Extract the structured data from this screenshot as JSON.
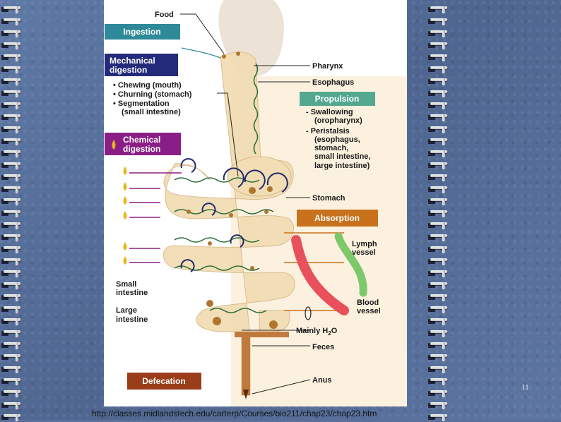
{
  "labels": {
    "food": "Food",
    "ingestion": "Ingestion",
    "mechanical_digestion": [
      "Mechanical",
      "digestion"
    ],
    "mechanical_items": [
      "• Chewing (mouth)",
      "• Churning (stomach)",
      "• Segmentation",
      "(small intestine)"
    ],
    "chemical_digestion": [
      "Chemical",
      "digestion"
    ],
    "pharynx": "Pharynx",
    "esophagus": "Esophagus",
    "propulsion": "Propulsion",
    "propulsion_items": [
      "- Swallowing",
      "(oropharynx)",
      "- Peristalsis",
      "(esophagus,",
      "stomach,",
      "small intestine,",
      "large intestine)"
    ],
    "stomach": "Stomach",
    "absorption": "Absorption",
    "lymph_vessel": [
      "Lymph",
      "vessel"
    ],
    "small_intestine": [
      "Small",
      "intestine"
    ],
    "large_intestine": [
      "Large",
      "intestine"
    ],
    "blood_vessel": [
      "Blood",
      "vessel"
    ],
    "mainly_h2o": "Mainly H",
    "h2o_sub": "2",
    "h2o_o": "O",
    "feces": "Feces",
    "defecation": "Defecation",
    "anus": "Anus"
  },
  "colors": {
    "ingestion_bg": "#2e8a98",
    "mechanical_bg": "#232a7a",
    "chemical_bg": "#8a1e86",
    "propulsion_bg": "#53a88e",
    "absorption_bg": "#c8721e",
    "defecation_bg": "#9a3e1a",
    "tract_fill": "#f2ddb4",
    "peristalsis_line": "#2c6e3a",
    "blood_vessel": "#e8505c",
    "lymph_vessel": "#7cc86a"
  },
  "page_number": "11",
  "source_url": "http://classes.midlandstech.edu/carterp/Courses/bio211/chap23/chap23.htm"
}
